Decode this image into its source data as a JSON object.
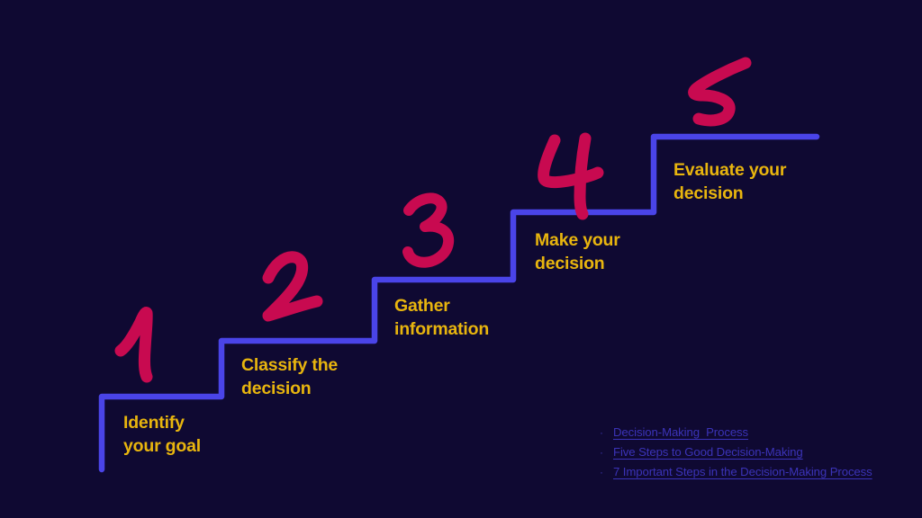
{
  "slide": {
    "background_color": "#0f0932",
    "accent_line_color": "#4a44e8",
    "label_color": "#e8b50e",
    "number_color": "#c80a50",
    "link_color": "#3b33b8"
  },
  "steps": [
    {
      "number": "1",
      "label": "Identify\nyour goal"
    },
    {
      "number": "2",
      "label": "Classify the\ndecision"
    },
    {
      "number": "3",
      "label": "Gather\ninformation"
    },
    {
      "number": "4",
      "label": "Make your\ndecision"
    },
    {
      "number": "5",
      "label": "Evaluate your\ndecision"
    }
  ],
  "links": [
    {
      "bullet": "·",
      "text": "Decision-Making  Process"
    },
    {
      "bullet": "·",
      "text": "Five Steps to Good Decision-Making"
    },
    {
      "bullet": "·",
      "text": "7 Important Steps in the Decision-Making Process"
    }
  ]
}
